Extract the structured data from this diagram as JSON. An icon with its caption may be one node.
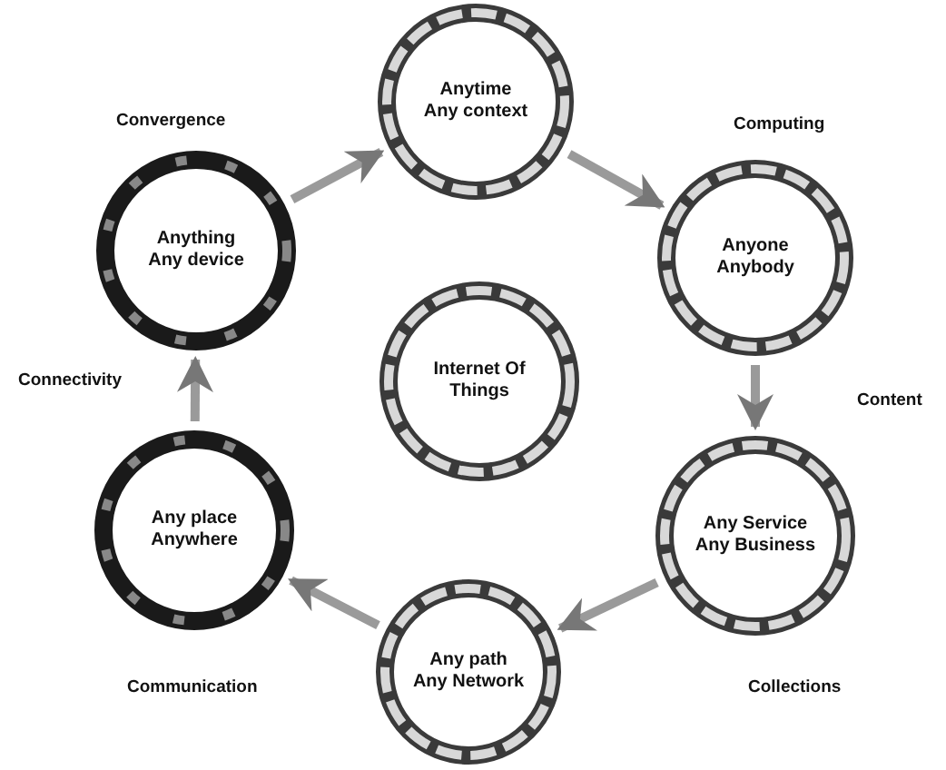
{
  "diagram": {
    "nodes": [
      {
        "text": [
          "Anytime",
          "Any context"
        ]
      },
      {
        "text": [
          "Anyone",
          "Anybody"
        ]
      },
      {
        "text": [
          "Any Service",
          "Any Business"
        ]
      },
      {
        "text": [
          "Any path",
          "Any Network"
        ]
      },
      {
        "text": [
          "Any place",
          "Anywhere"
        ]
      },
      {
        "text": [
          "Anything",
          "Any device"
        ]
      },
      {
        "text": [
          "Internet Of Things"
        ]
      }
    ],
    "edges": [
      {
        "from": 5,
        "to": 0,
        "arrow": "to"
      },
      {
        "from": 0,
        "to": 1,
        "arrow": "to"
      },
      {
        "from": 1,
        "to": 2,
        "arrow": "to"
      },
      {
        "from": 2,
        "to": 3,
        "arrow": "to"
      },
      {
        "from": 3,
        "to": 4,
        "arrow": "to"
      },
      {
        "from": 4,
        "to": 5,
        "arrow": "to"
      }
    ],
    "labels": [
      "Convergence",
      "Computing",
      "Connectivity",
      "Content",
      "Communication",
      "Collections"
    ]
  }
}
